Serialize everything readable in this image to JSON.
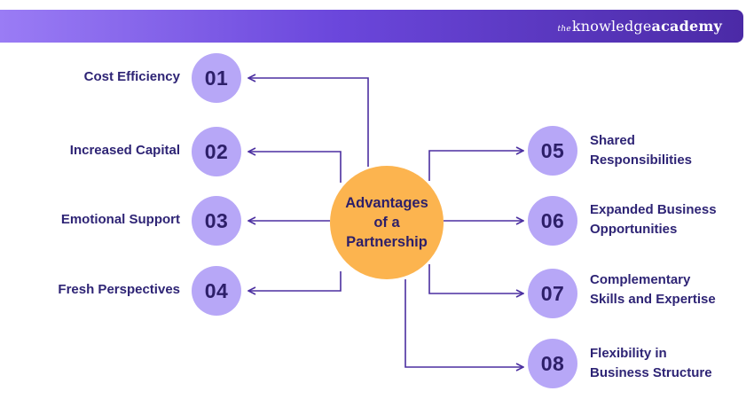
{
  "brand": {
    "prefix": "the",
    "knowledge": "knowledge",
    "academy": "academy"
  },
  "center": {
    "line1": "Advantages",
    "line2": "of a",
    "line3": "Partnership"
  },
  "items": [
    {
      "number": "01",
      "line1": "Cost Efficiency"
    },
    {
      "number": "02",
      "line1": "Increased Capital"
    },
    {
      "number": "03",
      "line1": "Emotional Support"
    },
    {
      "number": "04",
      "line1": "Fresh Perspectives"
    },
    {
      "number": "05",
      "line1": "Shared",
      "line2": "Responsibilities"
    },
    {
      "number": "06",
      "line1": "Expanded Business",
      "line2": "Opportunities"
    },
    {
      "number": "07",
      "line1": "Complementary",
      "line2": "Skills and Expertise"
    },
    {
      "number": "08",
      "line1": "Flexibility in",
      "line2": "Business Structure"
    }
  ],
  "colors": {
    "accent": "#6b47dc",
    "circle": "#b7a7f7",
    "center": "#fcb44f",
    "text": "#2e2475",
    "arrow": "#4b2fa0"
  }
}
